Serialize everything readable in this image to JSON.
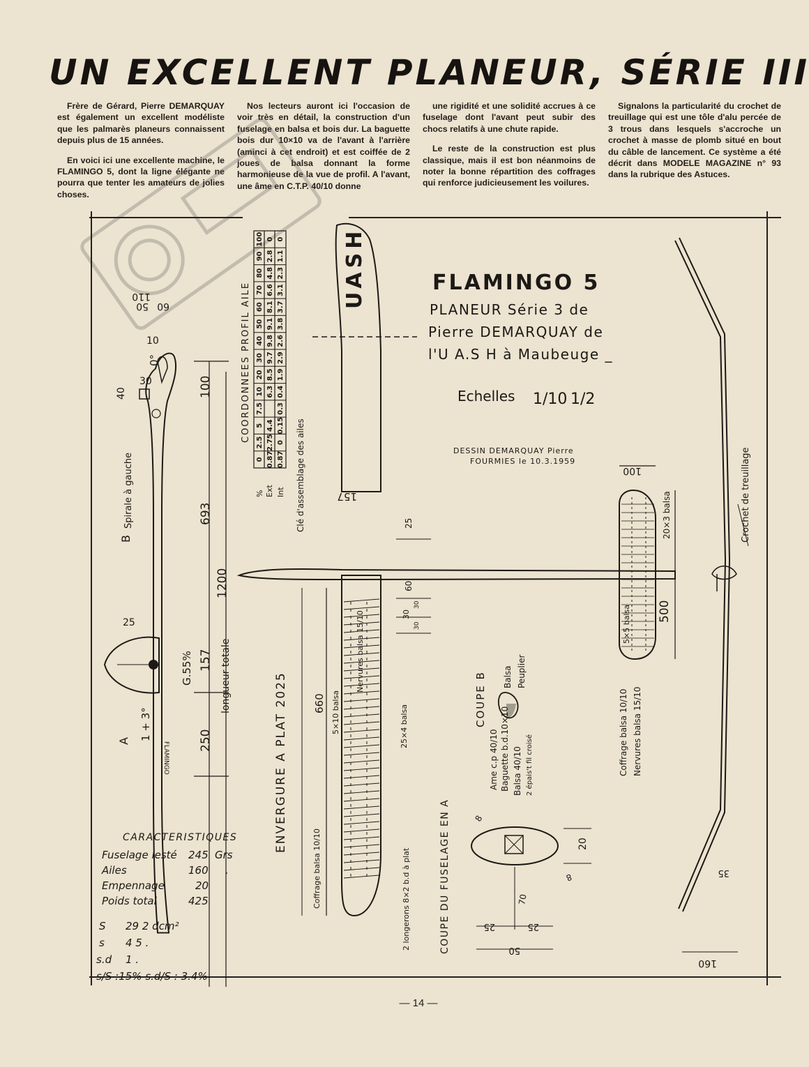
{
  "headline": "UN EXCELLENT PLANEUR, SÉRIE III",
  "columns": {
    "c1": [
      "Frère de Gérard, Pierre DEMARQUAY est également un excellent modéliste que les palmarès planeurs connaissent depuis plus de 15 années.",
      "En voici ici une excellente machine, le FLAMINGO 5, dont la ligne élégante ne pourra que tenter les amateurs de jolies choses."
    ],
    "c2": [
      "Nos lecteurs auront ici l'occasion de voir très en détail, la construction d'un fuselage en balsa et bois dur. La baguette bois dur 10×10 va de l'avant à l'arrière (aminci à cet endroit) et est coiffée de 2 joues de balsa donnant la forme harmonieuse de la vue de profil. A l'avant, une âme en C.T.P. 40/10 donne"
    ],
    "c3": [
      "une rigidité et une solidité accrues à ce fuselage dont l'avant peut subir des chocs relatifs à une chute rapide.",
      "Le reste de la construction est plus classique, mais il est bon néanmoins de noter la bonne répartition des coffrages qui renforce judicieusement les voilures."
    ],
    "c4": [
      "Signalons la particularité du crochet de treuillage qui est une tôle d'alu percée de 3 trous dans lesquels s'accroche un crochet à masse de plomb situé en bout du câble de lancement. Ce système a été décrit dans MODELE MAGAZINE n° 93 dans la rubrique des Astuces."
    ]
  },
  "plan": {
    "title": "FLAMINGO 5",
    "subtitle_1": "PLANEUR Série 3 de",
    "subtitle_2": "Pierre DEMARQUAY de",
    "subtitle_3": "l'U A.S H à Maubeuge _",
    "scales_label": "Echelles",
    "scale_1": "1/10",
    "scale_2": "1/2",
    "credit_1": "DESSIN DEMARQUAY Pierre",
    "credit_2": "FOURMIES le 10.3.1959",
    "wing_marking": "UASH",
    "profile_table": {
      "title": "COORDONNEES PROFIL AILE",
      "row_labels": [
        "%",
        "Ext",
        "Int"
      ],
      "stations": [
        "0",
        "2.5",
        "5",
        "7.5",
        "10",
        "20",
        "30",
        "40",
        "50",
        "60",
        "70",
        "80",
        "90",
        "100"
      ],
      "ext": [
        "0.87",
        "2.75",
        "4.4",
        "",
        "6.3",
        "8.5",
        "9.7",
        "9.8",
        "9.1",
        "8.1",
        "6.6",
        "4.8",
        "2.8",
        "0"
      ],
      "int": [
        "0.87",
        "0",
        "0.15",
        "0.3",
        "0.4",
        "1.9",
        "2.9",
        "2.6",
        "3.8",
        "3.7",
        "3.1",
        "2.3",
        "1.1",
        "0"
      ]
    },
    "fuselage_labels": {
      "spirale": "Spirale à gauche",
      "b": "B",
      "a": "A",
      "incidence_1": "0°",
      "incidence_2": "1 + 3°",
      "cg": "G.55%",
      "total_length": "longueur totale",
      "flamingo_side": "FLAMINGO",
      "dims": [
        "110",
        "50",
        "60",
        "10",
        "30",
        "40",
        "100",
        "693",
        "1200",
        "157",
        "250",
        "25",
        "55",
        "25"
      ]
    },
    "wing_labels": {
      "span": "ENVERGURE A PLAT 2025",
      "half_span": "660",
      "chord": "157",
      "key": "Clé d'assemblage des ailes",
      "nervures": "Nervures balsa 15/10",
      "bord": "5×10 balsa",
      "spar": "25×4 balsa",
      "coffrage": "Coffrage balsa 10/10",
      "longerons": "2 longerons 8×2 b.d à plat",
      "dims": [
        "25",
        "60",
        "30",
        "30",
        "30"
      ]
    },
    "stab_labels": {
      "chord": "100",
      "span": "500",
      "spar": "20×3 balsa",
      "le": "5×5 balsa",
      "coffrage": "Coffrage balsa 10/10",
      "nervures": "Nervures balsa 15/10"
    },
    "section_b": {
      "title": "COUPE B",
      "balsa": "Balsa",
      "peuplier": "Peuplier"
    },
    "section_a": {
      "title": "COUPE DU FUSELAGE EN A",
      "ame": "Ame c.p 40/10",
      "baguette": "Baguette b.d.10×10",
      "balsa": "Balsa 40/10",
      "epais": "2 épais't fil croisé",
      "dims": [
        "8",
        "20",
        "8",
        "70",
        "25",
        "25",
        "50"
      ]
    },
    "side_view": {
      "hook": "Crochet de treuillage",
      "dims": [
        "35",
        "160"
      ]
    },
    "caracteristiques": {
      "title": "CARACTERISTIQUES",
      "rows": [
        {
          "label": "Fuselage lesté",
          "value": "245",
          "unit": "Grs"
        },
        {
          "label": "Ailes",
          "value": "160",
          "unit": "."
        },
        {
          "label": "Empennage",
          "value": "20",
          "unit": ""
        },
        {
          "label": "Poids total",
          "value": "425",
          "unit": ""
        }
      ],
      "s_rows": [
        {
          "label": "S",
          "value": "29 2 dcm²"
        },
        {
          "label": "s",
          "value": "4 5 ."
        },
        {
          "label": "s.d",
          "value": "1 ."
        }
      ],
      "ratio": "s/S :15%   s.d/S : 3.4%"
    }
  },
  "folio": "— 14 —"
}
